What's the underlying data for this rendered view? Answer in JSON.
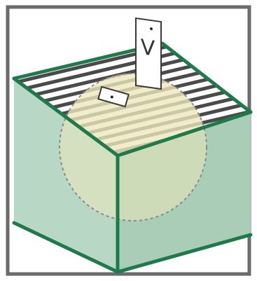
{
  "figure": {
    "card_label": "V",
    "colors": {
      "frame": "#6b6b6b",
      "edge": "#1e7a4a",
      "box_front": "#b9d7c5",
      "box_side": "#a9cdb7",
      "slat_light": "#ffffff",
      "slat_dark": "#4a4a4a",
      "sphere_fill": "#ece7bc",
      "sphere_outline": "#8a8a8a",
      "card": "#ffffff"
    },
    "icons": [
      "probe-card",
      "slit-chip"
    ]
  }
}
